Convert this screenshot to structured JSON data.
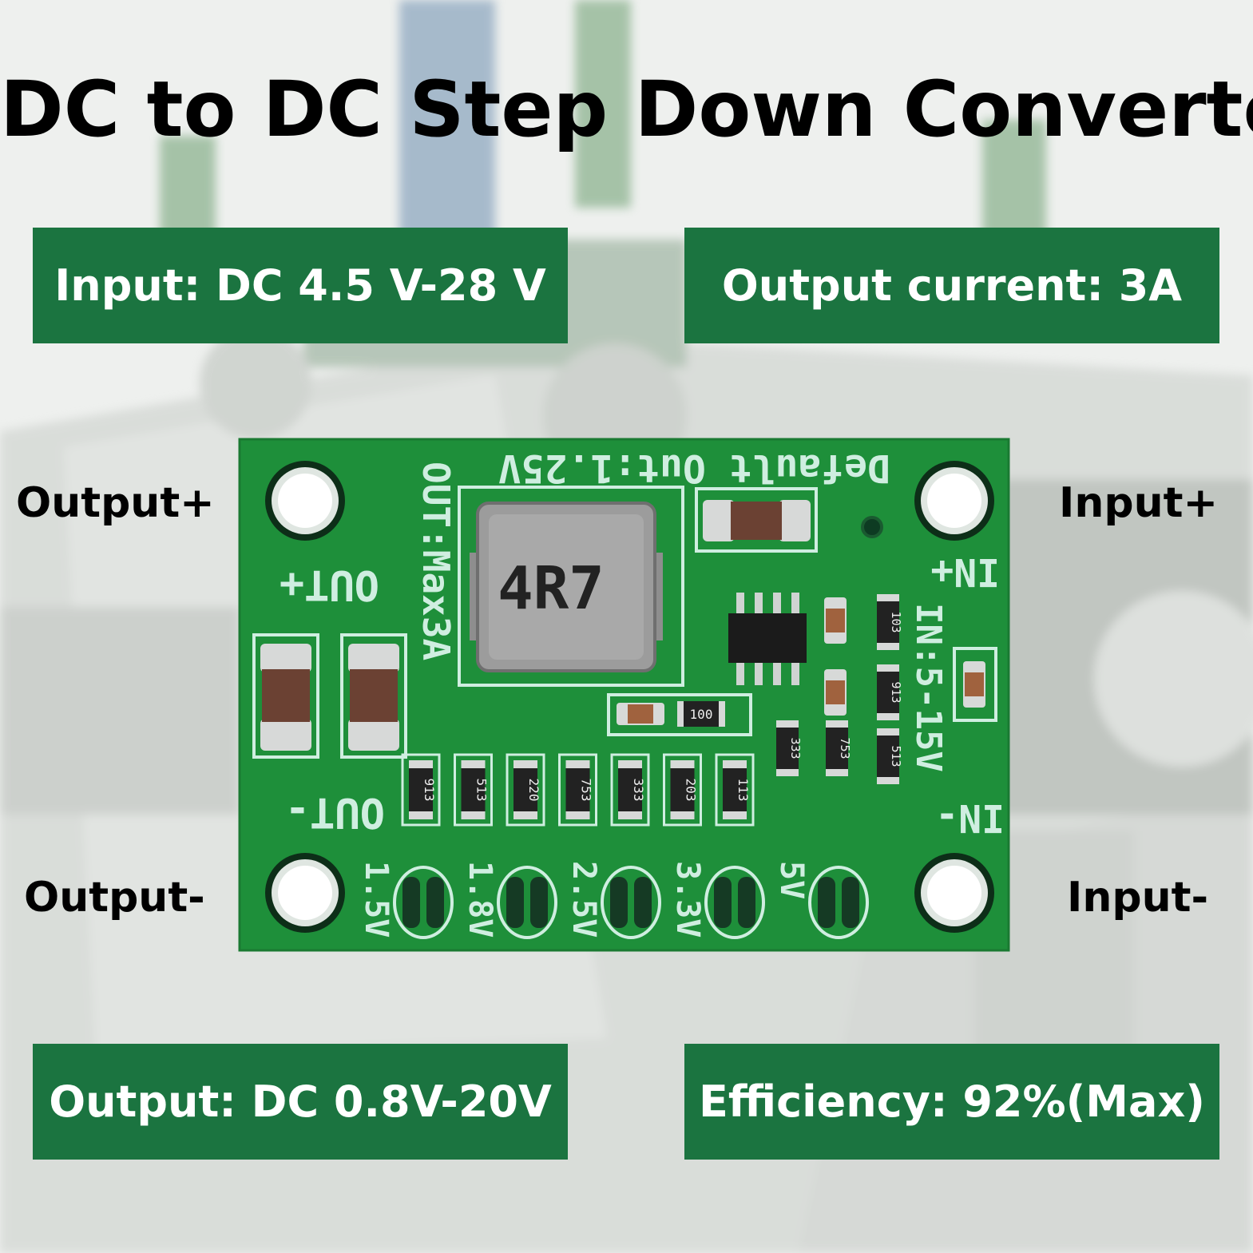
{
  "title": "DC to DC Step Down Converter",
  "specs": {
    "input": "Input: DC 4.5 V-28 V",
    "output_current": "Output current: 3A",
    "output": "Output: DC 0.8V-20V",
    "efficiency": "Efficiency: 92%(Max)"
  },
  "terminals": {
    "output_plus": "Output+",
    "output_minus": "Output-",
    "input_plus": "Input+",
    "input_minus": "Input-"
  },
  "board": {
    "silkscreen_default": "Default Out:1.25V",
    "silkscreen_max": "OUT:Max3A",
    "silkscreen_out_plus": "OUT+",
    "silkscreen_out_minus": "OUT-",
    "silkscreen_in_plus": "IN+",
    "silkscreen_in_minus": "IN-",
    "silkscreen_in_range": "IN:5-15V",
    "inductor_marking": "4R7",
    "jumper_labels": [
      "1.5V",
      "1.8V",
      "2.5V",
      "3.3V",
      "5V"
    ],
    "resistor_codes": [
      "913",
      "513",
      "220",
      "753",
      "333",
      "203",
      "113"
    ],
    "resistor_codes_right": [
      "103",
      "913",
      "513",
      "333",
      "753"
    ],
    "resistor_code_small": "100",
    "colors": {
      "pcb": "#1e8f3a",
      "label_bg": "#1b7440",
      "silk": "#cfeee0"
    }
  }
}
